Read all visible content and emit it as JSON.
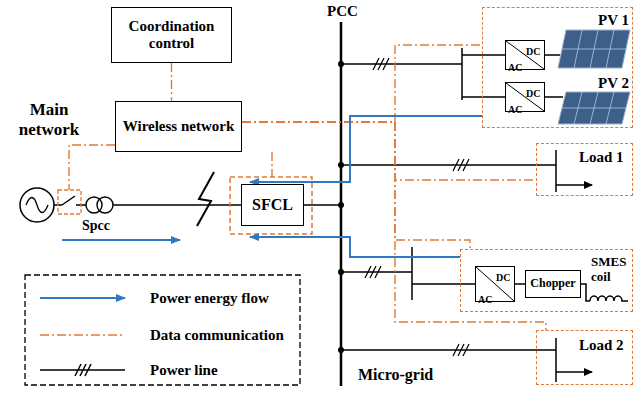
{
  "diagram": {
    "nodes": [
      {
        "text": [
          "Coordination control"
        ]
      },
      {
        "text": [
          "Wireless network"
        ]
      },
      {
        "text": [
          "SFCL"
        ]
      },
      {
        "text": [
          "PV 1",
          "PV 2"
        ]
      },
      {
        "text": [
          "DC",
          "AC"
        ],
        "in": 3
      },
      {
        "text": [
          "DC",
          "AC"
        ],
        "in": 3
      },
      {
        "text": [
          "Load 1"
        ]
      },
      {
        "text": [
          "SMES coil"
        ]
      },
      {
        "text": [
          "DC",
          "AC"
        ],
        "in": 7
      },
      {
        "text": [
          "Chopper"
        ],
        "in": 7
      },
      {
        "text": [
          "Load 2"
        ]
      }
    ],
    "edges": [
      {
        "from": 0,
        "to": 1,
        "arrow": "none"
      },
      {
        "from": 1,
        "to": 2,
        "arrow": "none"
      },
      {
        "from": 1,
        "to": 3,
        "arrow": "none"
      },
      {
        "from": 1,
        "to": 6,
        "arrow": "none"
      },
      {
        "from": 1,
        "to": 7,
        "arrow": "none"
      },
      {
        "from": 1,
        "to": 10,
        "arrow": "none"
      },
      {
        "from": 3,
        "to": 2,
        "arrow": "to"
      },
      {
        "from": 7,
        "to": 2,
        "arrow": "to"
      }
    ],
    "labels": [
      "Main network",
      "PCC",
      "Spcc",
      "Micro-grid"
    ],
    "legend": [
      {
        "text": "Power energy flow"
      },
      {
        "text": "Data communication"
      },
      {
        "text": "Power line"
      }
    ]
  }
}
